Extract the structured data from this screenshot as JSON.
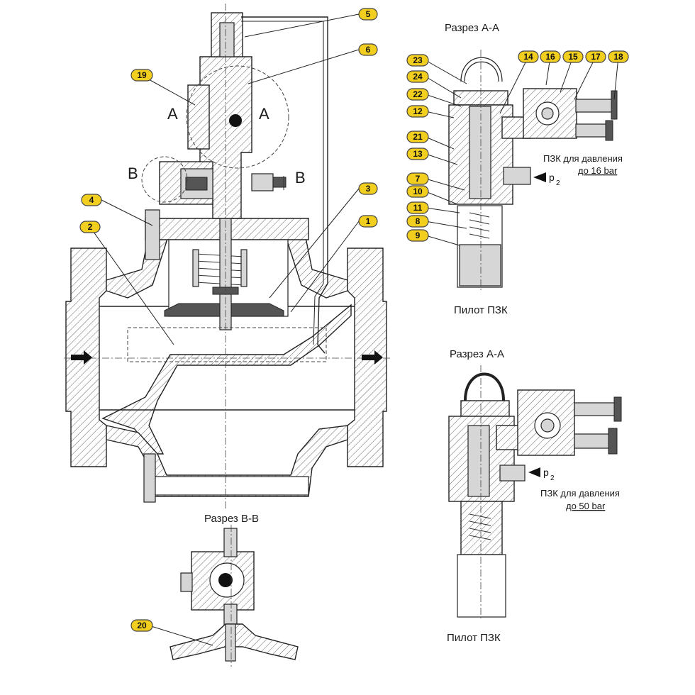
{
  "section_labels": {
    "b_b": "Разрез В-В",
    "a_a_top": "Разрез А-А",
    "a_a_bottom": "Разрез А-А"
  },
  "pilot_captions": {
    "top": "Пилот ПЗК",
    "bottom": "Пилот ПЗК"
  },
  "pressure_notes": {
    "top_line1": "ПЗК для давления",
    "top_line2": "до 16 bar",
    "bottom_line1": "ПЗК для давления",
    "bottom_line2": "до 50 bar"
  },
  "pressure_symbol": {
    "letter": "p",
    "subscript": "2"
  },
  "cut_letters": {
    "a_left": "A",
    "a_right": "A",
    "b_left": "B",
    "b_right": "B"
  },
  "callouts": {
    "c1": "1",
    "c2": "2",
    "c3": "3",
    "c4": "4",
    "c5": "5",
    "c6": "6",
    "c7": "7",
    "c8": "8",
    "c9": "9",
    "c10": "10",
    "c11": "11",
    "c12": "12",
    "c13": "13",
    "c14": "14",
    "c15": "15",
    "c16": "16",
    "c17": "17",
    "c18": "18",
    "c19": "19",
    "c20": "20",
    "c21": "21",
    "c22": "22",
    "c23": "23",
    "c24": "24"
  },
  "colors": {
    "callout_fill": "#f2cf1f",
    "line": "#222222",
    "hatch": "#555555"
  }
}
